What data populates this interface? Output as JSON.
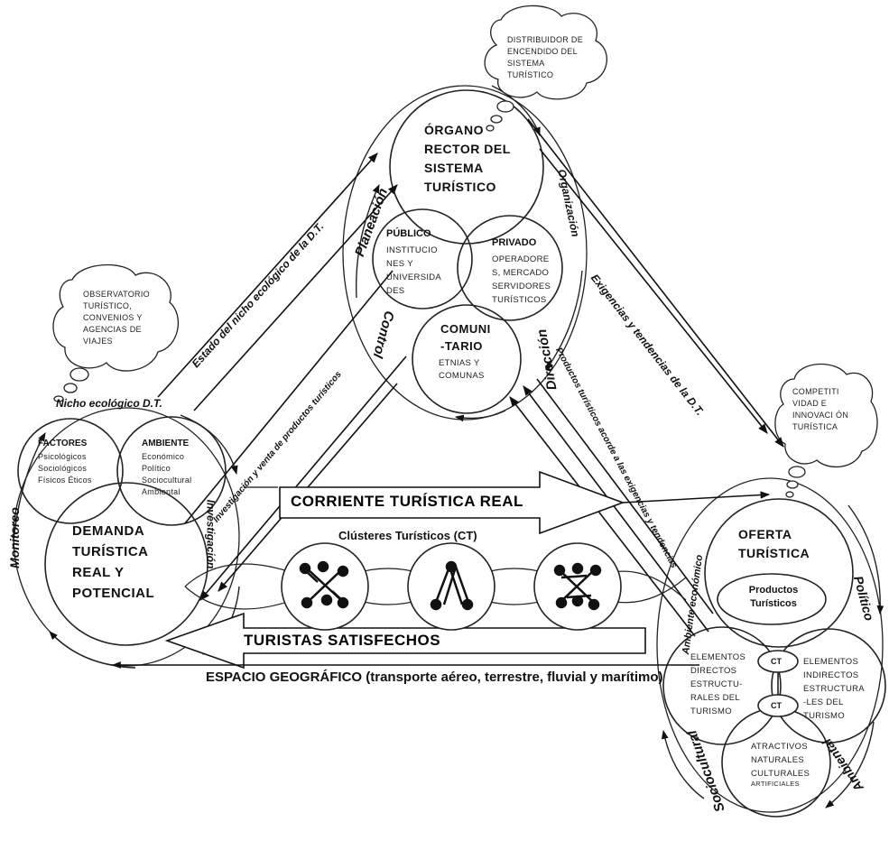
{
  "clouds": {
    "top": "DISTRIBUIDOR DE ENCENDIDO DEL SISTEMA TURÍSTICO",
    "left": "OBSERVATORIO TURÍSTICO, CONVENIOS Y AGENCIAS DE VIAJES",
    "right": "COMPETITI VIDAD E INNOVACI ÓN TURÍSTICA"
  },
  "top_node": {
    "title": "ÓRGANO RECTOR DEL SISTEMA TURÍSTICO",
    "publico_title": "PÚBLICO",
    "publico_text": "INSTITUCIO NES Y UNIVERSIDA DES",
    "privado_title": "PRIVADO",
    "privado_text": "OPERADORE S, MERCADO SERVIDORES TURÍSTICOS",
    "comunitario_title": "COMUNI -TARIO",
    "comunitario_text": "ETNIAS Y COMUNAS"
  },
  "left_node": {
    "nicho": "Nicho ecológico D.T.",
    "factores_title": "FACTORES",
    "factores_items": "Psicológicos Sociológicos Físicos Éticos",
    "ambiente_title": "AMBIENTE",
    "ambiente_items": "Económico Político Sociocultural Ambiental",
    "demanda": "DEMANDA TURÍSTICA REAL Y POTENCIAL",
    "monitoreo": "Monitoreo",
    "investigacion": "Investigación"
  },
  "right_node": {
    "oferta": "OFERTA TURÍSTICA",
    "productos": "Productos Turísticos",
    "directos": "ELEMENTOS DIRECTOS ESTRUCTU- RALES DEL TURISMO",
    "indirectos": "ELEMENTOS INDIRECTOS ESTRUCTURA -LES DEL TURISMO",
    "ct1": "CT",
    "ct2": "CT",
    "atractivos_1": "ATRACTIVOS NATURALES CULTURALES",
    "atractivos_2": "ARTIFICIALES",
    "politico": "Político",
    "ambiental": "Ambiental",
    "sociocultural": "Sociocultural",
    "ambiente_economico": "Ambiente económico"
  },
  "ring_labels": {
    "planeacion": "Planeación",
    "organizacion": "Organización",
    "direccion": "Dirección",
    "control": "Control"
  },
  "arrows": {
    "estado_nicho": "Estado del nicho ecológico de la D.T.",
    "exigencias": "Exigencias y tendencias  de la D.T.",
    "investigacion_venta": "Investigación y venta de productos turísticos",
    "productos_acorde": "Productos turísticos acorde a las exigencias y tendencias"
  },
  "center": {
    "corriente": "CORRIENTE TURÍSTICA REAL",
    "clusteres": "Clústeres Turísticos (CT)",
    "turistas": "TURISTAS  SATISFECHOS",
    "espacio": "ESPACIO GEOGRÁFICO (transporte aéreo, terrestre, fluvial y marítimo)"
  }
}
